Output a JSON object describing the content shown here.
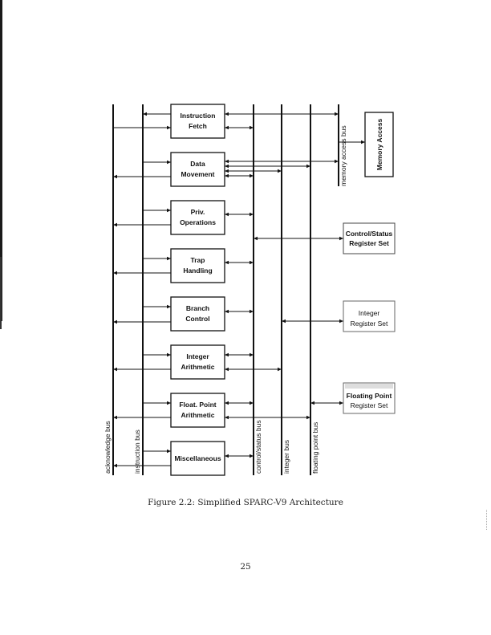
{
  "figure": {
    "caption": "Figure 2.2: Simplified SPARC-V9 Architecture",
    "page_number": "25",
    "buses": {
      "acknowledge": "acknowledge bus",
      "instruction": "instruction bus",
      "control_status": "control/status bus",
      "integer": "integer bus",
      "floating_point": "floating point bus",
      "memory_access": "memory access bus"
    },
    "units": [
      {
        "line1": "Instruction",
        "line2": "Fetch"
      },
      {
        "line1": "Data",
        "line2": "Movement"
      },
      {
        "line1": "Priv.",
        "line2": "Operations"
      },
      {
        "line1": "Trap",
        "line2": "Handling"
      },
      {
        "line1": "Branch",
        "line2": "Control"
      },
      {
        "line1": "Integer",
        "line2": "Arithmetic"
      },
      {
        "line1": "Float. Point",
        "line2": "Arithmetic"
      },
      {
        "line1": "Miscellaneous",
        "line2": ""
      }
    ],
    "memory_access_box": "Memory Access",
    "register_sets": {
      "control_status": {
        "line1": "Control/Status",
        "line2": "Register Set"
      },
      "integer": {
        "line1": "Integer",
        "line2": "Register Set"
      },
      "floating_point": {
        "line1": "Floating Point",
        "line2": "Register Set"
      }
    }
  }
}
